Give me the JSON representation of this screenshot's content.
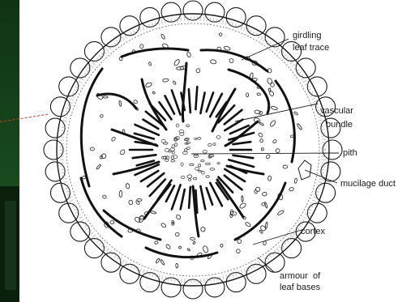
{
  "diagram": {
    "labels": {
      "girdling_leaf_trace": [
        "girdling",
        "leaf trace"
      ],
      "vascular_bundle": [
        "vascular",
        "bundle"
      ],
      "pith": "pith",
      "mucilage_duct": "mucilage duct",
      "cortex": "cortex",
      "armour_of_leaf_bases": [
        "armour  of",
        "leaf bases"
      ]
    }
  },
  "colors": {
    "slide_background": "#184a1e",
    "figure_background": "#ffffff",
    "ink": "#1a1a1a",
    "accent_dash": "#d23a2a"
  }
}
